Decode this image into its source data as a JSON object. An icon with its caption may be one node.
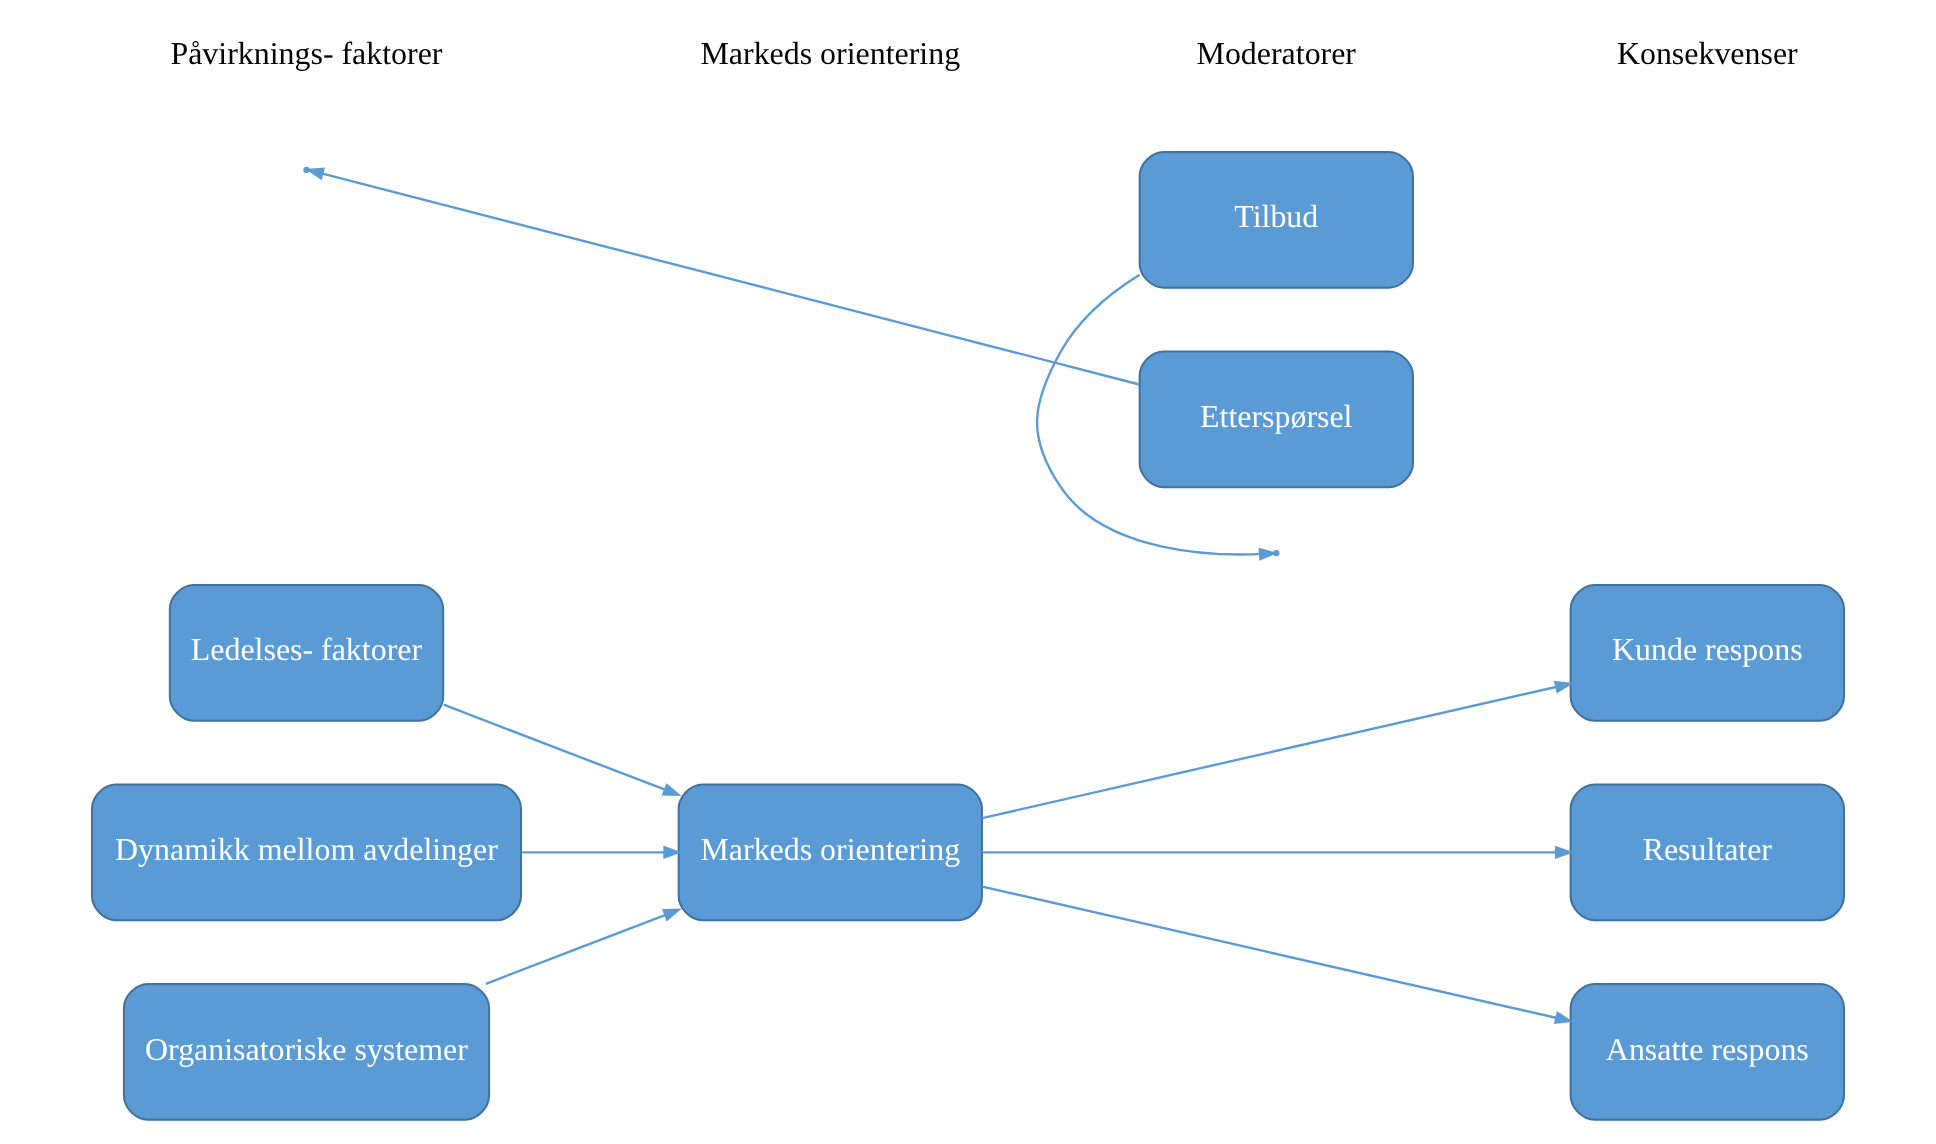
{
  "diagram": {
    "nodes": [
      {
        "text": [
          "Ledelses- faktorer"
        ]
      },
      {
        "text": [
          "Dynamikk mellom avdelinger"
        ]
      },
      {
        "text": [
          "Organisatoriske systemer"
        ]
      },
      {
        "text": [
          "Markeds orientering"
        ]
      },
      {
        "text": [
          "Tilbud"
        ]
      },
      {
        "text": [
          "Etterspørsel"
        ]
      },
      {
        "text": [
          "Kunde respons"
        ]
      },
      {
        "text": [
          "Resultater"
        ]
      },
      {
        "text": [
          "Ansatte respons"
        ]
      }
    ],
    "edges": [
      {
        "from": 0,
        "to": 3,
        "arrow": "to"
      },
      {
        "from": 1,
        "to": 3,
        "arrow": "to"
      },
      {
        "from": 2,
        "to": 3,
        "arrow": "to"
      },
      {
        "from": 3,
        "to": 6,
        "arrow": "to"
      },
      {
        "from": 3,
        "to": 7,
        "arrow": "to"
      },
      {
        "from": 3,
        "to": 8,
        "arrow": "to"
      },
      {
        "from": 4,
        "to": null,
        "arrow": "to"
      },
      {
        "from": 5,
        "to": null,
        "arrow": "to"
      }
    ],
    "labels": [
      "Påvirknings- faktorer",
      "Markeds orientering",
      "Moderatorer",
      "Konsekvenser"
    ]
  }
}
